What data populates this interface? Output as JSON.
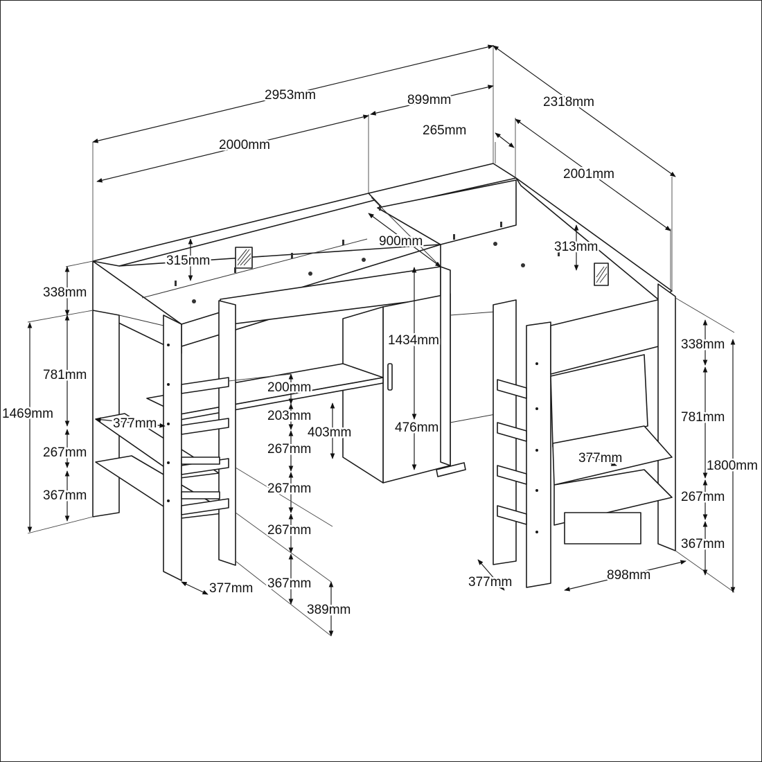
{
  "dimensions": {
    "overall_length": "2953mm",
    "bed_length_left": "2000mm",
    "connector_width": "899mm",
    "overall_depth_right": "2318mm",
    "offset_depth": "265mm",
    "bed_length_right": "2001mm",
    "guard_height_left": "315mm",
    "wardrobe_width": "900mm",
    "guard_height_right": "313mm",
    "left_top_panel": "338mm",
    "left_upper_gap": "781mm",
    "left_total_height": "1469mm",
    "left_shelf_depth": "377mm",
    "left_shelf_gap_1": "267mm",
    "left_shelf_gap_2": "367mm",
    "wardrobe_height": "1434mm",
    "desk_gap": "200mm",
    "desk_thickness_gap": "203mm",
    "desk_height": "403mm",
    "wardrobe_lower": "476mm",
    "ladder_step_1": "267mm",
    "ladder_step_2": "267mm",
    "ladder_step_3": "267mm",
    "ladder_step_4": "367mm",
    "ladder_base": "389mm",
    "ladder_depth_left": "377mm",
    "right_top_panel": "338mm",
    "right_upper_gap": "781mm",
    "right_total_height": "1800mm",
    "right_shelf_depth": "377mm",
    "right_shelf_gap_1": "267mm",
    "right_shelf_gap_2": "367mm",
    "right_ladder_depth": "377mm",
    "right_bed_width": "898mm"
  }
}
